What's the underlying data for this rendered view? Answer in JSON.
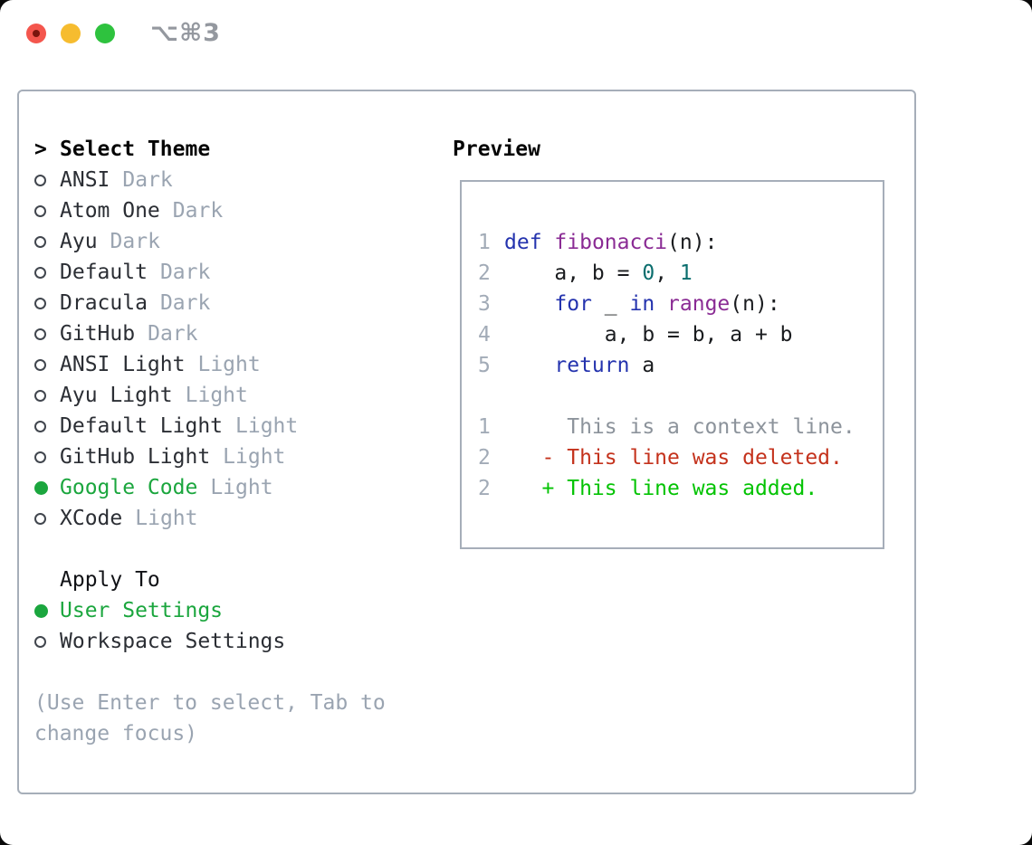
{
  "titlebar": {
    "shortcut_label": "⌥⌘3"
  },
  "theme_panel": {
    "heading_prefix": ">",
    "heading": "Select Theme",
    "items": [
      {
        "name": "ANSI",
        "variant": "Dark",
        "selected": false
      },
      {
        "name": "Atom One",
        "variant": "Dark",
        "selected": false
      },
      {
        "name": "Ayu",
        "variant": "Dark",
        "selected": false
      },
      {
        "name": "Default",
        "variant": "Dark",
        "selected": false
      },
      {
        "name": "Dracula",
        "variant": "Dark",
        "selected": false
      },
      {
        "name": "GitHub",
        "variant": "Dark",
        "selected": false
      },
      {
        "name": "ANSI Light",
        "variant": "Light",
        "selected": false
      },
      {
        "name": "Ayu Light",
        "variant": "Light",
        "selected": false
      },
      {
        "name": "Default Light",
        "variant": "Light",
        "selected": false
      },
      {
        "name": "GitHub Light",
        "variant": "Light",
        "selected": false
      },
      {
        "name": "Google Code",
        "variant": "Light",
        "selected": true
      },
      {
        "name": "XCode",
        "variant": "Light",
        "selected": false
      }
    ],
    "apply_heading": "Apply To",
    "apply_items": [
      {
        "name": "User Settings",
        "selected": true
      },
      {
        "name": "Workspace Settings",
        "selected": false
      }
    ],
    "help_lines": [
      "(Use Enter to select, Tab to",
      "change focus)"
    ]
  },
  "preview": {
    "heading": "Preview",
    "code_lines": [
      {
        "num": "1",
        "segments": [
          {
            "style": "keyword",
            "text": "def"
          },
          {
            "style": "plain",
            "text": " "
          },
          {
            "style": "function",
            "text": "fibonacci"
          },
          {
            "style": "plain",
            "text": "(n):"
          }
        ]
      },
      {
        "num": "2",
        "segments": [
          {
            "style": "plain",
            "text": "    a, b = "
          },
          {
            "style": "literal",
            "text": "0"
          },
          {
            "style": "plain",
            "text": ", "
          },
          {
            "style": "literal",
            "text": "1"
          }
        ]
      },
      {
        "num": "3",
        "segments": [
          {
            "style": "plain",
            "text": "    "
          },
          {
            "style": "keyword",
            "text": "for"
          },
          {
            "style": "plain",
            "text": " _ "
          },
          {
            "style": "keyword",
            "text": "in"
          },
          {
            "style": "plain",
            "text": " "
          },
          {
            "style": "function",
            "text": "range"
          },
          {
            "style": "plain",
            "text": "(n):"
          }
        ]
      },
      {
        "num": "4",
        "segments": [
          {
            "style": "plain",
            "text": "        a, b = b, a + b"
          }
        ]
      },
      {
        "num": "5",
        "segments": [
          {
            "style": "plain",
            "text": "    "
          },
          {
            "style": "keyword",
            "text": "return"
          },
          {
            "style": "plain",
            "text": " a"
          }
        ]
      },
      {
        "num": "",
        "segments": []
      },
      {
        "num": "1",
        "segments": [
          {
            "style": "context",
            "text": "     This is a context line."
          }
        ]
      },
      {
        "num": "2",
        "segments": [
          {
            "style": "deleted",
            "text": "   - This line was deleted."
          }
        ]
      },
      {
        "num": "2",
        "segments": [
          {
            "style": "added",
            "text": "   + This line was added."
          }
        ]
      }
    ]
  },
  "colors": {
    "panel_border": "#a6aeb9",
    "selection_green": "#1ba63e",
    "keyword_blue": "#2433ae",
    "function_purple": "#8a2b94",
    "literal_teal": "#0b6e6e",
    "context_gray": "#8c939b",
    "diff_deleted_red": "#c4321c",
    "diff_added_green": "#03c303",
    "muted_gray": "#9aa4b1",
    "line_num": "#a2abb7",
    "traffic_red": "#f4564d",
    "traffic_yellow": "#f6bc2f",
    "traffic_green": "#2ec23e",
    "shortcut_gray": "#94989f"
  }
}
